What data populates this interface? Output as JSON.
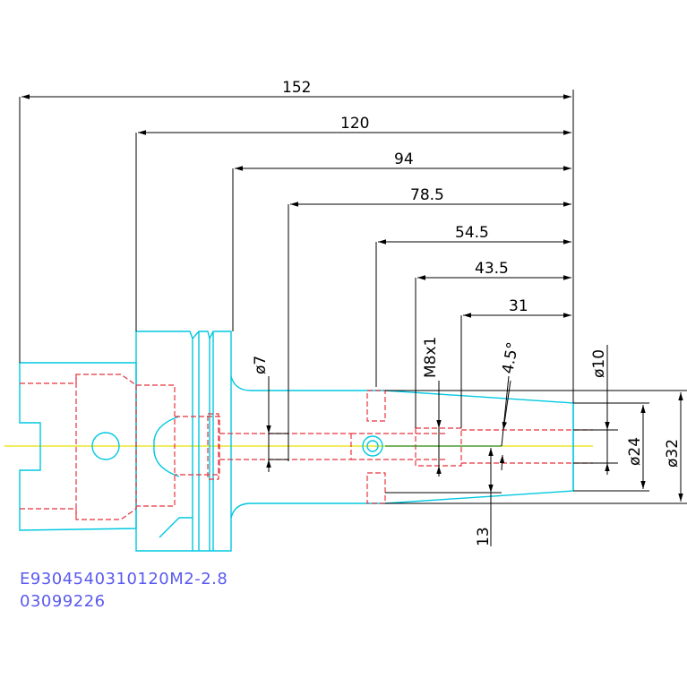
{
  "colors": {
    "outline": "#00c8e0",
    "hidden": "#e8323c",
    "dimension": "#000000",
    "centerline": "#e6e000",
    "label": "#5a5af0"
  },
  "dimensions": {
    "overall": "152",
    "d120": "120",
    "d94": "94",
    "d78_5": "78.5",
    "d54_5": "54.5",
    "d43_5": "43.5",
    "d31": "31",
    "dia7": "ø7",
    "thread": "M8x1",
    "angle": "4.5°",
    "dia10": "ø10",
    "dia24": "ø24",
    "dia32": "ø32",
    "d13": "13"
  },
  "labels": {
    "part_number": "E9304540310120M2-2.8",
    "code": "03099226"
  }
}
